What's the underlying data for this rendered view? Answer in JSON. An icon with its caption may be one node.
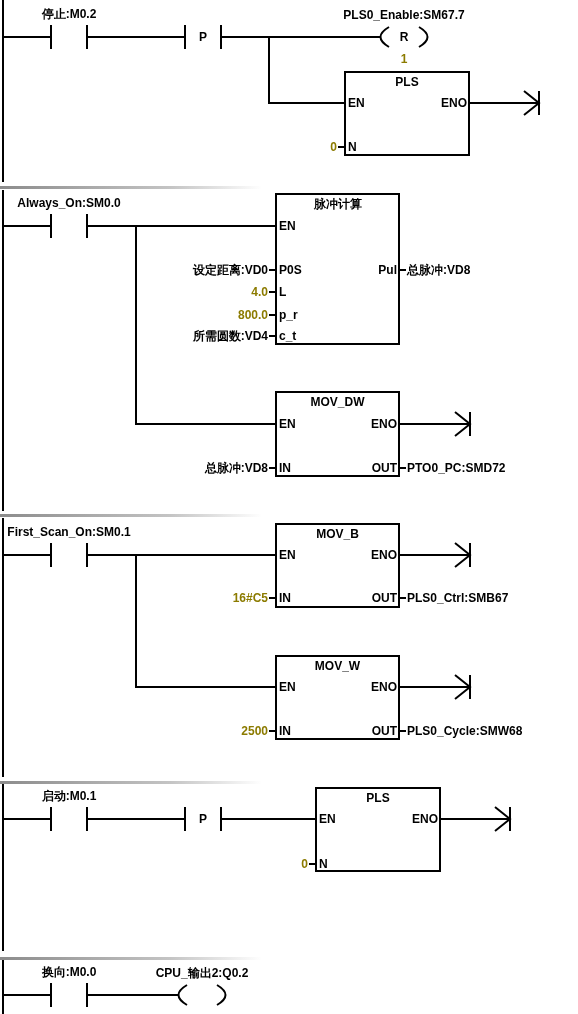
{
  "diagram": {
    "nodes": [
      {
        "text": [],
        "shape": "bar"
      },
      {
        "text": [
          "停止:M0.2"
        ]
      },
      {
        "text": [
          "P"
        ]
      },
      {
        "text": [
          "PLS0_Enable:SM67.7",
          "R"
        ],
        "beside": [
          "1"
        ]
      },
      {
        "text": [
          "PLS",
          "EN",
          "ENO",
          "N"
        ],
        "beside": [
          "0"
        ]
      },
      {
        "text": [],
        "shape": "bar"
      },
      {
        "text": [
          "Always_On:SM0.0"
        ]
      },
      {
        "text": [
          "脉冲计算",
          "EN",
          "P0S",
          "L",
          "p_r",
          "c_t",
          "Pul"
        ],
        "beside": [
          "设定距离:VD0",
          "4.0",
          "800.0",
          "所需圆数:VD4",
          "总脉冲:VD8"
        ]
      },
      {
        "text": [
          "MOV_DW",
          "EN",
          "ENO",
          "IN",
          "OUT"
        ],
        "beside": [
          "总脉冲:VD8",
          "PTO0_PC:SMD72"
        ]
      },
      {
        "text": [],
        "shape": "bar"
      },
      {
        "text": [
          "First_Scan_On:SM0.1"
        ]
      },
      {
        "text": [
          "MOV_B",
          "EN",
          "ENO",
          "IN",
          "OUT"
        ],
        "beside": [
          "16#C5",
          "PLS0_Ctrl:SMB67"
        ]
      },
      {
        "text": [
          "MOV_W",
          "EN",
          "ENO",
          "IN",
          "OUT"
        ],
        "beside": [
          "2500",
          "PLS0_Cycle:SMW68"
        ]
      },
      {
        "text": [],
        "shape": "bar"
      },
      {
        "text": [
          "启动:M0.1"
        ]
      },
      {
        "text": [
          "P"
        ]
      },
      {
        "text": [
          "PLS",
          "EN",
          "ENO",
          "N"
        ],
        "beside": [
          "0"
        ]
      },
      {
        "text": [],
        "shape": "bar"
      },
      {
        "text": [
          "换向:M0.0"
        ]
      },
      {
        "text": [
          "CPU_输出2:Q0.2"
        ]
      }
    ],
    "edges": [
      {
        "from": 0,
        "to": 1,
        "arrow": "none"
      },
      {
        "from": 1,
        "to": 2,
        "arrow": "none"
      },
      {
        "from": 2,
        "to": 3,
        "arrow": "none"
      },
      {
        "from": 2,
        "to": 4,
        "arrow": "none"
      },
      {
        "from": 4,
        "to": null,
        "arrow": "to"
      },
      {
        "from": 5,
        "to": 6,
        "arrow": "none"
      },
      {
        "from": 6,
        "to": 7,
        "arrow": "none"
      },
      {
        "from": 6,
        "to": 8,
        "arrow": "none"
      },
      {
        "from": 8,
        "to": null,
        "arrow": "to"
      },
      {
        "from": 9,
        "to": 10,
        "arrow": "none"
      },
      {
        "from": 10,
        "to": 11,
        "arrow": "none"
      },
      {
        "from": 10,
        "to": 12,
        "arrow": "none"
      },
      {
        "from": 11,
        "to": null,
        "arrow": "to"
      },
      {
        "from": 12,
        "to": null,
        "arrow": "to"
      },
      {
        "from": 13,
        "to": 14,
        "arrow": "none"
      },
      {
        "from": 14,
        "to": 15,
        "arrow": "none"
      },
      {
        "from": 15,
        "to": 16,
        "arrow": "none"
      },
      {
        "from": 16,
        "to": null,
        "arrow": "to"
      },
      {
        "from": 17,
        "to": 18,
        "arrow": "none"
      },
      {
        "from": 18,
        "to": 19,
        "arrow": "none"
      }
    ]
  }
}
